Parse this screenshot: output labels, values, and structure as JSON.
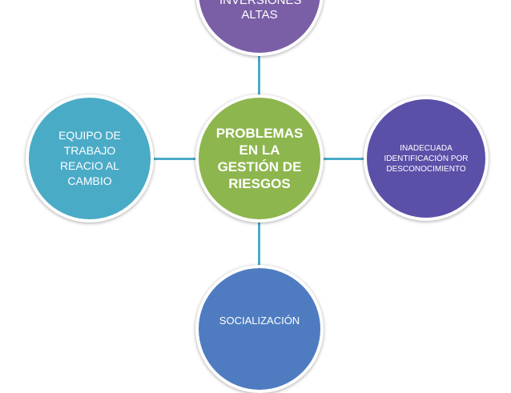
{
  "center": {
    "label": "PROBLEMAS EN LA GESTIÓN DE RIESGOS",
    "color": "#8db64e"
  },
  "nodes": {
    "top": {
      "label": "INVERSIONES ALTAS",
      "color": "#7a5ea6"
    },
    "left": {
      "label": "EQUIPO DE TRABAJO REACIO AL CAMBIO",
      "color": "#4aabc7"
    },
    "right": {
      "label": "INADECUADA IDENTIFICACIÓN POR DESCONOCIMIENTO",
      "color": "#5a50a8"
    },
    "bottom": {
      "label": "SOCIALIZACIÓN",
      "color": "#4f7cc0"
    }
  },
  "connector_color": "#4aabc7"
}
